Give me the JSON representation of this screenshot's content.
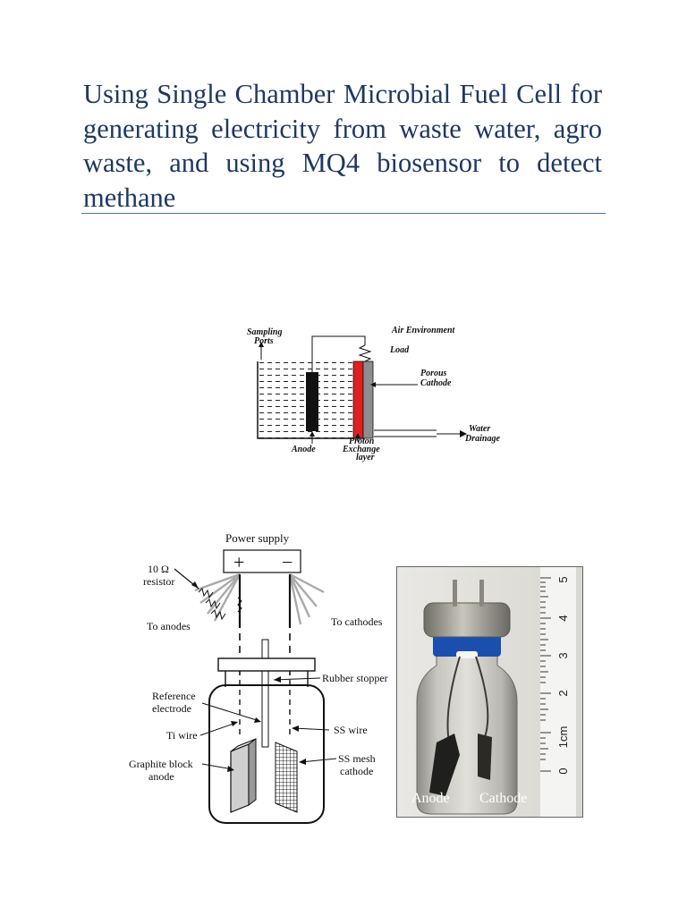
{
  "document": {
    "title": "Using Single Chamber Microbial Fuel Cell for generating electricity from waste water, agro waste, and using MQ4 biosensor to detect methane"
  },
  "figure1": {
    "sampling_ports": "Sampling Ports",
    "air_environment": "Air Environment",
    "load": "Load",
    "porous_cathode": "Porous Cathode",
    "water_drainage": "Water Drainage",
    "anode": "Anode",
    "proton_exchange_layer": "Proton Exchange layer"
  },
  "figure2": {
    "power_supply": "Power supply",
    "plus": "+",
    "minus": "−",
    "resistor": "10 Ω resistor",
    "to_anodes": "To anodes",
    "to_cathodes": "To cathodes",
    "rubber_stopper": "Rubber stopper",
    "reference_electrode": "Reference electrode",
    "ti_wire": "Ti wire",
    "ss_wire": "SS wire",
    "graphite_block_anode": "Graphite block anode",
    "ss_mesh_cathode": "SS mesh cathode"
  },
  "photo": {
    "anode_label": "Anode",
    "cathode_label": "Cathode",
    "ruler_ticks": [
      "5",
      "4",
      "3",
      "2",
      "1cm",
      "0"
    ]
  },
  "colors": {
    "title": "#1f3864",
    "proton_layer": "#e02020",
    "cap_band": "#1b4fae"
  }
}
